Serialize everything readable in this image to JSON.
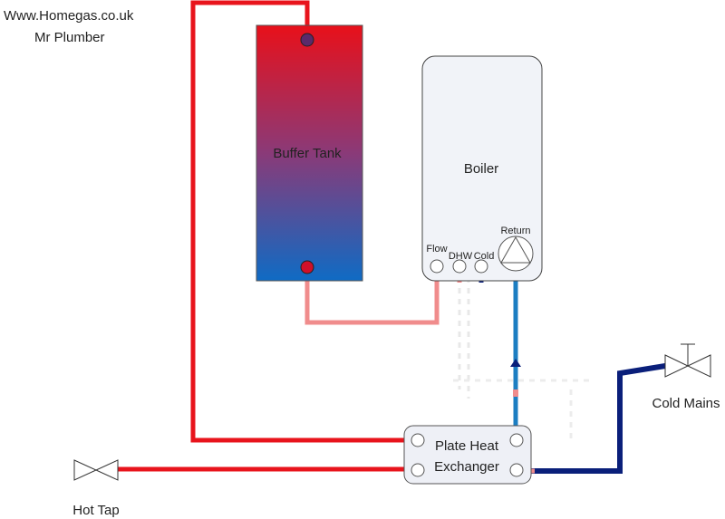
{
  "header": {
    "site": "Www.Homegas.co.uk",
    "author": "Mr Plumber"
  },
  "buffer_tank": {
    "label": "Buffer Tank"
  },
  "boiler": {
    "label": "Boiler",
    "ports": {
      "flow": "Flow",
      "dhw": "DHW",
      "cold": "Cold",
      "return": "Return"
    }
  },
  "plate_heat_exchanger": {
    "line1": "Plate Heat",
    "line2": "Exchanger"
  },
  "valves": {
    "hot_tap": "Hot Tap",
    "cold_mains": "Cold Mains"
  },
  "colors": {
    "hot_pipe": "#e8141c",
    "warm_pipe": "#f08c8c",
    "cold_pipe": "#0a1f7a",
    "return_pipe": "#1c7ec2",
    "tank_top": "#e8101a",
    "tank_bottom": "#0f6bc4"
  }
}
